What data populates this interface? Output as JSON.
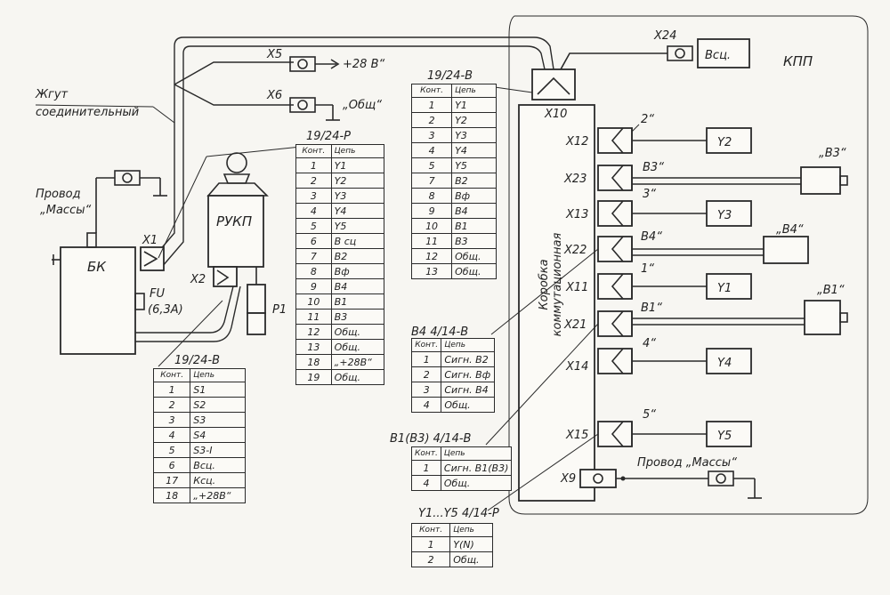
{
  "labels": {
    "kpp": "КПП",
    "bk": "БК",
    "rukp": "РУКП",
    "p1": "P1",
    "fu": "FU",
    "fu_rating": "(6,3А)",
    "harness_line1": "Жгут",
    "harness_line2": "соединительный",
    "ground_wire_line1": "Провод",
    "ground_wire_line2": "„Массы“",
    "ground_wire_right": "Провод „Массы“",
    "switch_box_line1": "Коробка",
    "switch_box_line2": "коммутационная",
    "plus28": "+28 В“",
    "obsch": "„Общ“",
    "vsc": "Всц.",
    "x1": "X1",
    "x2": "X2",
    "x5": "X5",
    "x6": "X6",
    "x9": "X9",
    "x10": "X10",
    "x11": "X11",
    "x12": "X12",
    "x13": "X13",
    "x14": "X14",
    "x15": "X15",
    "x21": "X21",
    "x22": "X22",
    "x23": "X23",
    "x24": "X24",
    "w1": "1“",
    "w2": "2“",
    "w3": "3“",
    "w4": "4“",
    "w5": "5“",
    "wb1": "В1“",
    "wb3": "В3“",
    "wb4": "В4“",
    "b1_sensor": "„В1“",
    "b3_sensor": "„В3“",
    "b4_sensor": "„В4“",
    "y1": "Y1",
    "y2": "Y2",
    "y3": "Y3",
    "y4": "Y4",
    "y5": "Y5"
  },
  "tables": {
    "t_rukp": {
      "title": "19/24-В",
      "header": [
        "Конт.",
        "Цепь"
      ],
      "rows": [
        [
          "1",
          "S1"
        ],
        [
          "2",
          "S2"
        ],
        [
          "3",
          "S3"
        ],
        [
          "4",
          "S4"
        ],
        [
          "5",
          "S3-I"
        ],
        [
          "6",
          "Всц."
        ],
        [
          "17",
          "Кcц."
        ],
        [
          "18",
          "„+28В“"
        ]
      ]
    },
    "t_p": {
      "title": "19/24-Р",
      "header": [
        "Конт.",
        "Цепь"
      ],
      "rows": [
        [
          "1",
          "Y1"
        ],
        [
          "2",
          "Y2"
        ],
        [
          "3",
          "Y3"
        ],
        [
          "4",
          "Y4"
        ],
        [
          "5",
          "Y5"
        ],
        [
          "6",
          "В сц"
        ],
        [
          "7",
          "В2"
        ],
        [
          "8",
          "Вф"
        ],
        [
          "9",
          "В4"
        ],
        [
          "10",
          "В1"
        ],
        [
          "11",
          "В3"
        ],
        [
          "12",
          "Общ."
        ],
        [
          "13",
          "Общ."
        ],
        [
          "18",
          "„+28В“"
        ],
        [
          "19",
          "Общ."
        ]
      ]
    },
    "t_b": {
      "title": "19/24-В",
      "header": [
        "Конт.",
        "Цепь"
      ],
      "rows": [
        [
          "1",
          "Y1"
        ],
        [
          "2",
          "Y2"
        ],
        [
          "3",
          "Y3"
        ],
        [
          "4",
          "Y4"
        ],
        [
          "5",
          "Y5"
        ],
        [
          "7",
          "В2"
        ],
        [
          "8",
          "Вф"
        ],
        [
          "9",
          "В4"
        ],
        [
          "10",
          "В1"
        ],
        [
          "11",
          "В3"
        ],
        [
          "12",
          "Общ."
        ],
        [
          "13",
          "Общ."
        ]
      ]
    },
    "t_b4": {
      "title": "В4  4/14-В",
      "header": [
        "Конт.",
        "Цепь"
      ],
      "rows": [
        [
          "1",
          "Сигн. В2"
        ],
        [
          "2",
          "Сигн. Вф"
        ],
        [
          "3",
          "Сигн. В4"
        ],
        [
          "4",
          "Общ."
        ]
      ]
    },
    "t_b1": {
      "title": "В1(В3)  4/14-В",
      "header": [
        "Конт.",
        "Цепь"
      ],
      "rows": [
        [
          "1",
          "Сигн. В1(В3)"
        ],
        [
          "4",
          "Общ."
        ]
      ]
    },
    "t_y": {
      "title": "Y1...Y5  4/14-Р",
      "header": [
        "Конт.",
        "Цепь"
      ],
      "rows": [
        [
          "1",
          "Y(N)"
        ],
        [
          "2",
          "Общ."
        ]
      ]
    }
  }
}
